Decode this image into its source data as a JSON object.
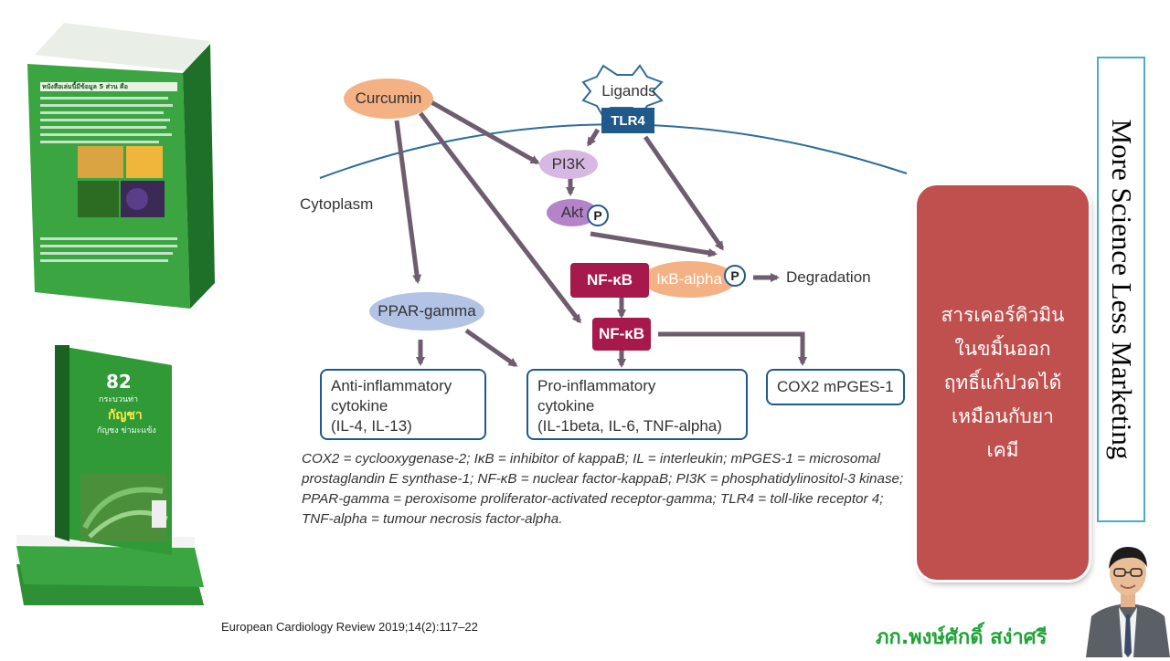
{
  "book_top": {
    "heading": "หนังสือเล่มนี้มีข้อมูล 5 ส่วน คือ"
  },
  "book_bottom": {
    "number": "82",
    "line1": "กระบวนท่า",
    "line2": "กัญชา",
    "line3": "กัญชง ข่ามะแข้ง"
  },
  "diagram": {
    "curcumin": "Curcumin",
    "ligands": "Ligands",
    "tlr4": "TLR4",
    "cytoplasm": "Cytoplasm",
    "pi3k": "PI3K",
    "akt": "Akt",
    "p": "P",
    "nfkb": "NF-κB",
    "ikb": "IκB-alpha",
    "degradation": "Degradation",
    "ppar": "PPAR-gamma",
    "anti_line1": "Anti-inflammatory",
    "anti_line2": "cytokine",
    "anti_line3": "(IL-4, IL-13)",
    "pro_line1": "Pro-inflammatory",
    "pro_line2": "cytokine",
    "pro_line3": "(IL-1beta, IL-6, TNF-alpha)",
    "cox2": "COX2 mPGES-1"
  },
  "legend": "COX2 = cyclooxygenase-2; IκB = inhibitor of kappaB; IL = interleukin; mPGES-1 = microsomal prostaglandin E synthase-1; NF-κB = nuclear factor-kappaB; PI3K = phosphatidylinositol-3 kinase; PPAR-gamma = peroxisome proliferator-activated receptor-gamma; TLR4 = toll-like receptor 4; TNF-alpha = tumour necrosis factor-alpha.",
  "citation": "European Cardiology Review 2019;14(2):117–22",
  "red_box": {
    "line1": "สารเคอร์คิวมิน",
    "line2": "ในขมิ้นออก",
    "line3": "ฤทธิ์แก้ปวดได้",
    "line4": "เหมือนกับยา",
    "line5": "เคมี"
  },
  "vertical_title": "More Science Less Marketing",
  "author": "ภก.พงษ์ศักดิ์ สง่าศรี",
  "colors": {
    "nfkb": "#a6194a",
    "red_box": "#c0504d",
    "box_border": "#1f5a8a",
    "author_green": "#22a33a",
    "vbox_border": "#4bacc6"
  }
}
